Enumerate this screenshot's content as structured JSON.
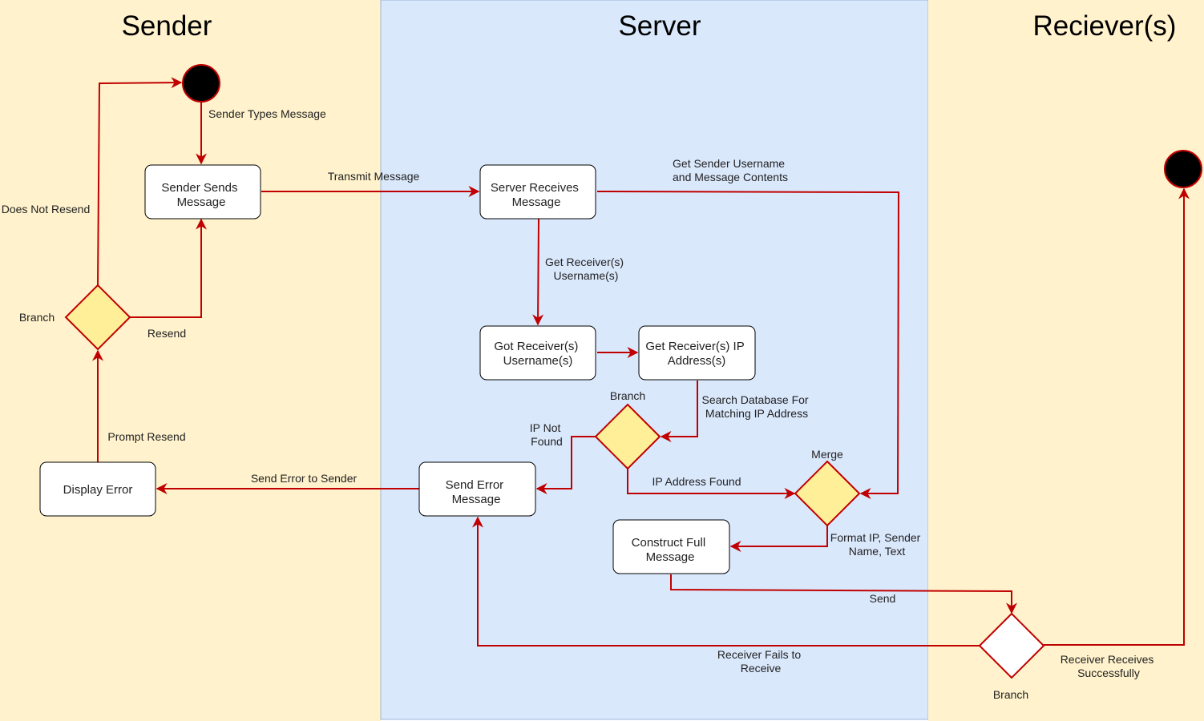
{
  "lanes": {
    "sender": "Sender",
    "server": "Server",
    "receivers": "Reciever(s)"
  },
  "colors": {
    "sender_lane": "#fff2cc",
    "server_lane": "#dae8fc",
    "receiver_lane": "#fff2cc",
    "edge": "#c00000",
    "decision_fill": "#ffef99"
  },
  "nodes": {
    "sender_sends": [
      "Sender Sends",
      "Message"
    ],
    "display_error": [
      "Display Error"
    ],
    "server_receives": [
      "Server Receives",
      "Message"
    ],
    "got_receivers": [
      "Got Receiver(s)",
      "Username(s)"
    ],
    "get_ip": [
      "Get Receiver(s) IP",
      "Address(s)"
    ],
    "send_error": [
      "Send Error",
      "Message"
    ],
    "construct_full": [
      "Construct Full",
      "Message"
    ]
  },
  "decisions": {
    "sender_branch": "Branch",
    "server_branch": "Branch",
    "merge": "Merge",
    "receiver_branch": "Branch"
  },
  "edge_labels": {
    "sender_types": "Sender Types Message",
    "does_not_resend": "Does Not Resend",
    "resend": "Resend",
    "prompt_resend": "Prompt Resend",
    "send_error_to_sender": "Send Error to Sender",
    "transmit": "Transmit Message",
    "get_sender_username": [
      "Get Sender Username",
      "and Message Contents"
    ],
    "get_receiver_usernames": [
      "Get Receiver(s)",
      "Username(s)"
    ],
    "search_database": [
      "Search Database For",
      "Matching IP Address"
    ],
    "ip_not_found": [
      "IP Not",
      "Found"
    ],
    "ip_found": "IP Address Found",
    "format": [
      "Format IP, Sender",
      "Name, Text"
    ],
    "send": "Send",
    "receiver_fails": [
      "Receiver Fails to",
      "Receive"
    ],
    "receiver_receives": [
      "Receiver Receives",
      "Successfully"
    ]
  }
}
